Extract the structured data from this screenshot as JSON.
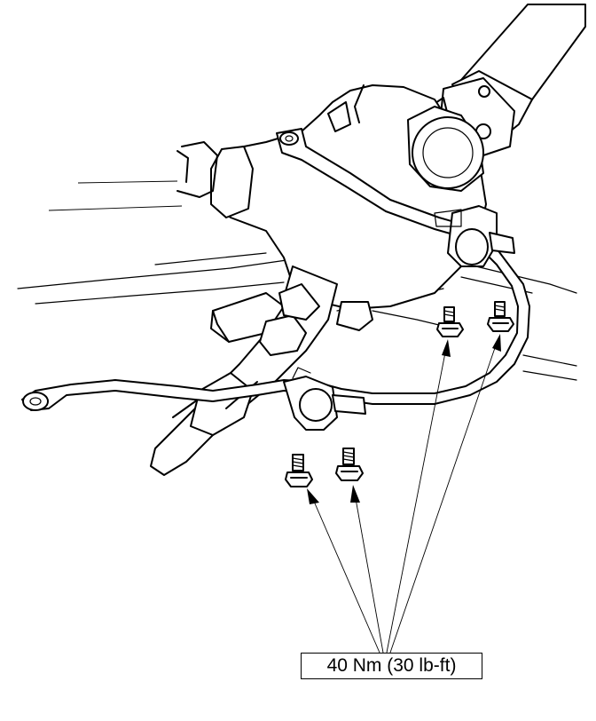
{
  "diagram": {
    "torque_label": "40 Nm (30 lb-ft)",
    "components": [
      "steering-gearbox",
      "intermediate-shaft",
      "stabilizer-bar",
      "bushing-holder-left",
      "bushing-holder-right",
      "flange-bolt"
    ],
    "bolt_count": 4
  }
}
